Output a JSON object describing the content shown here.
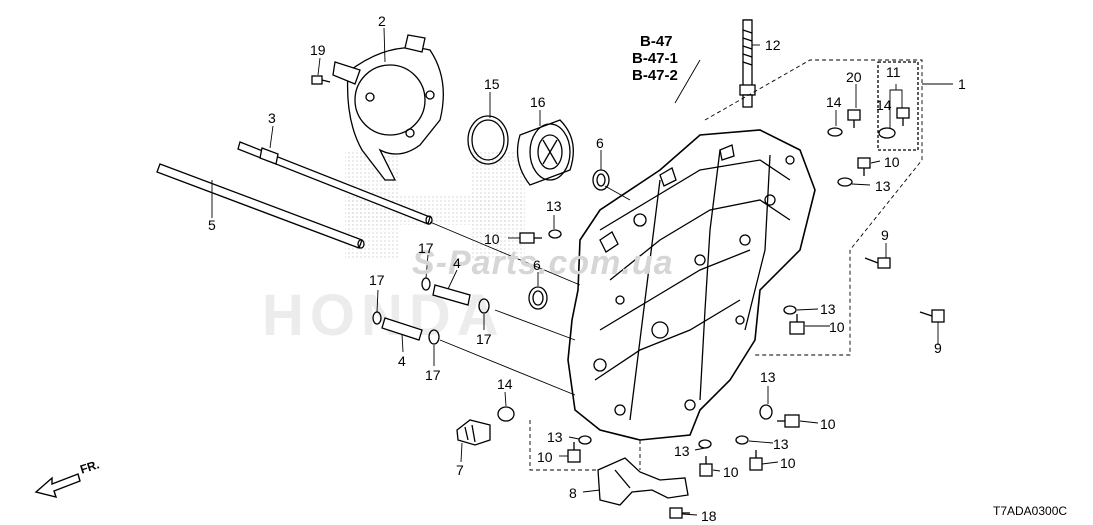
{
  "diagram_code": "T7ADA0300C",
  "front_indicator": "FR.",
  "reference_pages": [
    "B-47",
    "B-47-1",
    "B-47-2"
  ],
  "watermark_text": "S-Parts.com.ua",
  "logo_text": "HONDA",
  "parts": {
    "p1": "1",
    "p2": "2",
    "p3": "3",
    "p4a": "4",
    "p4b": "4",
    "p5": "5",
    "p6a": "6",
    "p6b": "6",
    "p7": "7",
    "p8": "8",
    "p9a": "9",
    "p9b": "9",
    "p10a": "10",
    "p10b": "10",
    "p10c": "10",
    "p10d": "10",
    "p10e": "10",
    "p10f": "10",
    "p10g": "10",
    "p11": "11",
    "p12": "12",
    "p13a": "13",
    "p13b": "13",
    "p13c": "13",
    "p13d": "13",
    "p13e": "13",
    "p13f": "13",
    "p13g": "13",
    "p14a": "14",
    "p14b": "14",
    "p14c": "14",
    "p15": "15",
    "p16": "16",
    "p17a": "17",
    "p17b": "17",
    "p17c": "17",
    "p17d": "17",
    "p18": "18",
    "p19": "19",
    "p20": "20"
  }
}
